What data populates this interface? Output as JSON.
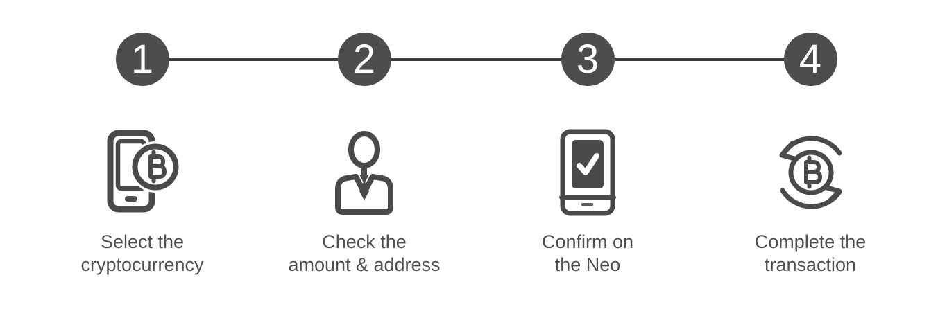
{
  "colors": {
    "background": "#ffffff",
    "circle": "#4d4d4d",
    "number": "#ffffff",
    "line": "#3d3d3d",
    "icon": "#4a4a4a",
    "label": "#4f4f4f"
  },
  "steps": [
    {
      "number": "1",
      "label": "Select the\ncryptocurrency",
      "icon": "smartphone-bitcoin-icon"
    },
    {
      "number": "2",
      "label": "Check the\namount & address",
      "icon": "businessman-icon"
    },
    {
      "number": "3",
      "label": "Confirm on\nthe Neo",
      "icon": "device-checkmark-icon"
    },
    {
      "number": "4",
      "label": "Complete the\ntransaction",
      "icon": "bitcoin-refresh-icon"
    }
  ]
}
